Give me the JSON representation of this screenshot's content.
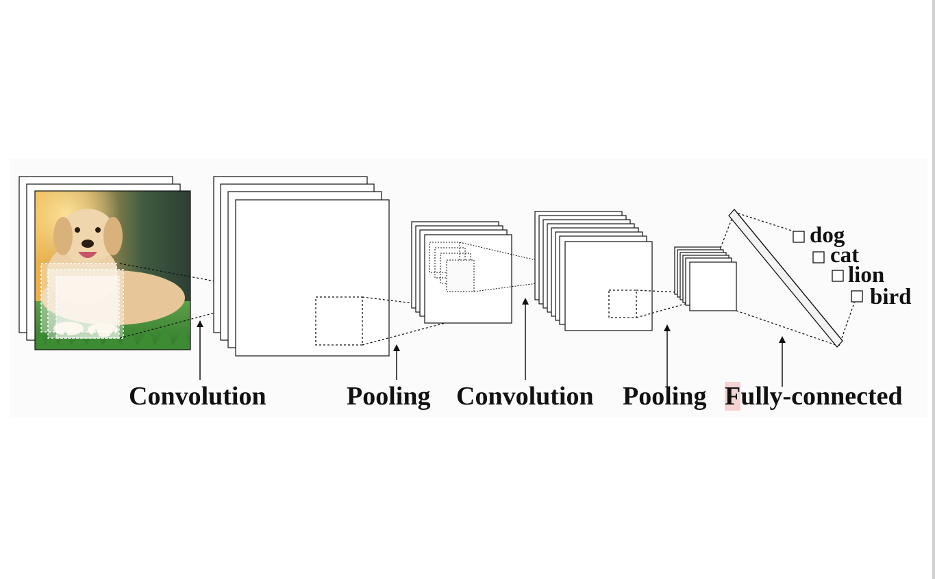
{
  "stages": [
    {
      "label": "Convolution"
    },
    {
      "label": "Pooling"
    },
    {
      "label": "Convolution"
    },
    {
      "label": "Pooling"
    },
    {
      "label": "Fully-connected"
    }
  ],
  "classes": [
    "dog",
    "cat",
    "lion",
    "bird"
  ],
  "colors": {
    "stroke": "#111111",
    "panel": "#ffffff",
    "band": "#fbfbfb",
    "highlight": "#f6d3d3"
  },
  "icons": [
    "dog-photo",
    "arrow-up-icon",
    "checkbox-icon"
  ]
}
